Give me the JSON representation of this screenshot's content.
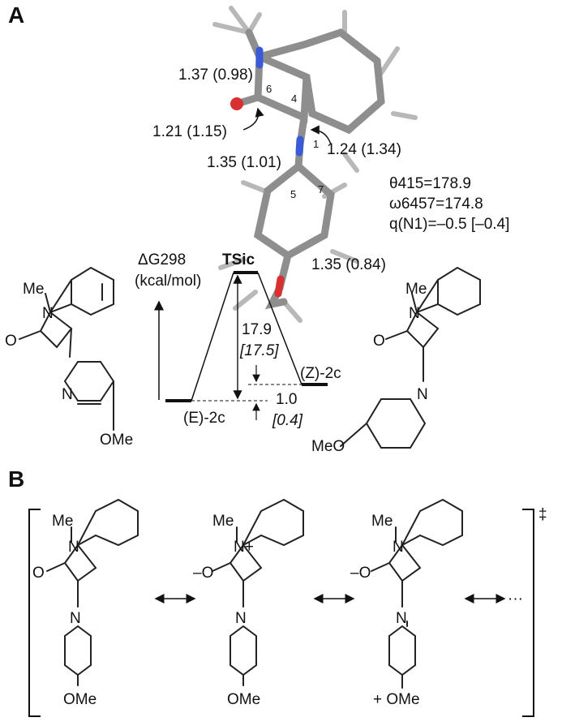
{
  "panels": {
    "a": "A",
    "b": "B"
  },
  "bond_labels": {
    "n1_c6": "1.37 (0.98)",
    "c_o": "1.21 (1.15)",
    "c4_n1": "1.24 (1.34)",
    "n1_c5": "1.35 (1.01)",
    "c_ome": "1.35 (0.84)"
  },
  "atom_numbers": {
    "n6": "6",
    "n4": "4",
    "n1": "1",
    "n5": "5",
    "n7": "7"
  },
  "geometry_params": {
    "theta": "θ415=178.9",
    "omega": "ω6457=174.8",
    "charge": "q(N1)=–0.5 [–0.4]"
  },
  "energy_diagram": {
    "axis_label_1": "ΔG298",
    "axis_label_2": "(kcal/mol)",
    "ts_label": "TSic",
    "barrier": "17.9",
    "barrier_alt": "[17.5]",
    "delta": "1.0",
    "delta_alt": "[0.4]",
    "e_isomer": "(E)-2c",
    "z_isomer": "(Z)-2c"
  },
  "molecule_labels": {
    "me": "Me",
    "n": "N",
    "o": "O",
    "ome": "OMe",
    "meo": "MeO",
    "o_minus": "–O",
    "n_plus": "N+",
    "plus_ome": "+ OMe"
  },
  "resonance": {
    "dagger": "‡",
    "ellipsis": "···"
  }
}
